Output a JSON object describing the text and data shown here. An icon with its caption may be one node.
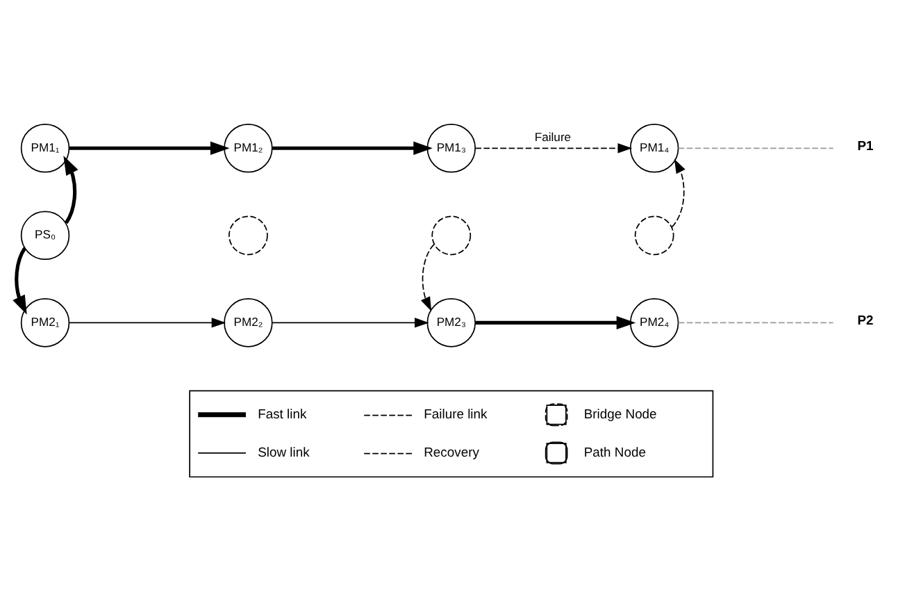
{
  "diagram": {
    "nodes": [
      {
        "text": [
          "PM1₁"
        ]
      },
      {
        "text": [
          "PM1₂"
        ]
      },
      {
        "text": [
          "PM1₃"
        ]
      },
      {
        "text": [
          "PM1₄"
        ]
      },
      {
        "text": [
          "P1"
        ]
      },
      {
        "text": [
          "PS₀"
        ]
      },
      {
        "text": [],
        "shape": "circle"
      },
      {
        "text": [],
        "shape": "circle"
      },
      {
        "text": [],
        "shape": "circle"
      },
      {
        "text": [
          "PM2₁"
        ]
      },
      {
        "text": [
          "PM2₂"
        ]
      },
      {
        "text": [
          "PM2₃"
        ]
      },
      {
        "text": [
          "PM2₄"
        ]
      },
      {
        "text": [
          "P2"
        ]
      }
    ],
    "edges": [
      {
        "from": 5,
        "to": 0,
        "arrow": "to",
        "style": "thick"
      },
      {
        "from": 5,
        "to": 9,
        "arrow": "to",
        "style": "thick"
      },
      {
        "from": 0,
        "to": 1,
        "arrow": "to",
        "style": "thick"
      },
      {
        "from": 1,
        "to": 2,
        "arrow": "to",
        "style": "thick"
      },
      {
        "from": 2,
        "to": 3,
        "arrow": "to",
        "style": "dashed",
        "label": "Failure"
      },
      {
        "from": 3,
        "to": 4,
        "arrow": "none",
        "style": "dashed",
        "color": "#999999"
      },
      {
        "from": 9,
        "to": 10,
        "arrow": "to"
      },
      {
        "from": 10,
        "to": 11,
        "arrow": "to"
      },
      {
        "from": 11,
        "to": 12,
        "arrow": "to",
        "style": "thick"
      },
      {
        "from": 12,
        "to": 13,
        "arrow": "none",
        "style": "dashed",
        "color": "#999999"
      },
      {
        "from": 7,
        "to": 11,
        "arrow": "to",
        "style": "dashed"
      },
      {
        "from": 8,
        "to": 3,
        "arrow": "to",
        "style": "dashed"
      }
    ],
    "legend": [
      {
        "text": "Fast link"
      },
      {
        "text": "Slow link"
      },
      {
        "text": "Failure link"
      },
      {
        "text": "Recovery"
      },
      {
        "text": "Bridge Node"
      },
      {
        "text": "Path Node"
      }
    ]
  }
}
